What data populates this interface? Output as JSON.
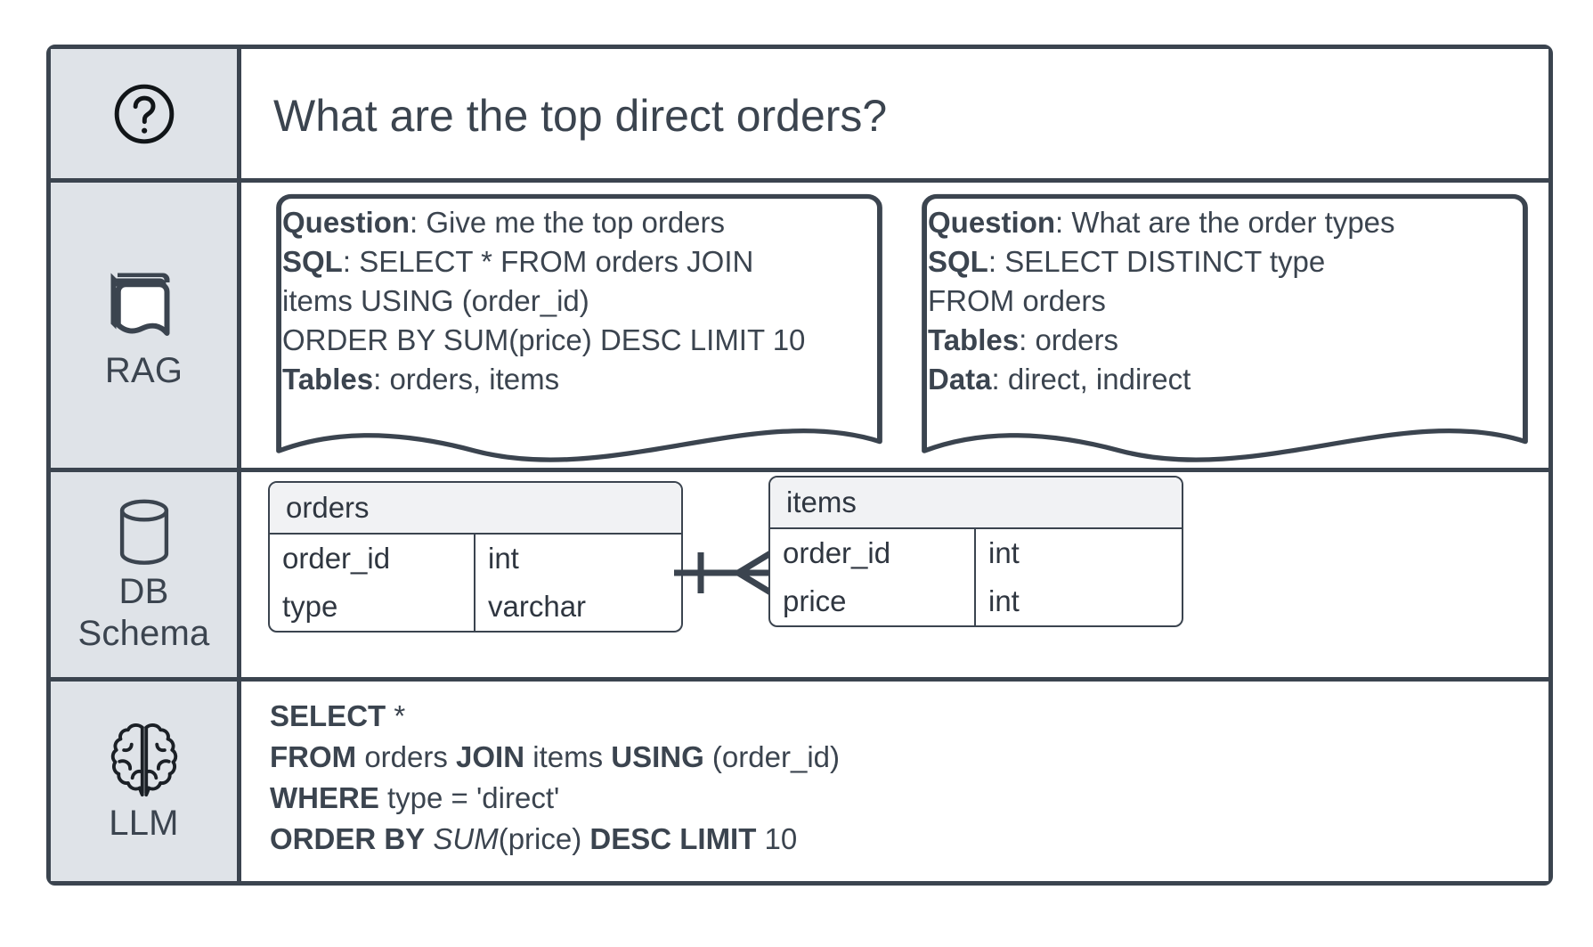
{
  "rows": [
    {
      "id": "question",
      "icon": "question-mark-circle-icon",
      "label": "",
      "headline": "What are the top direct orders?"
    },
    {
      "id": "rag",
      "icon": "books-stack-icon",
      "label": "RAG"
    },
    {
      "id": "db-schema",
      "icon": "database-cylinder-icon",
      "label_line1": "DB",
      "label_line2": "Schema"
    },
    {
      "id": "llm",
      "icon": "brain-icon",
      "label": "LLM"
    }
  ],
  "rag": {
    "bubbles": [
      {
        "lines": [
          {
            "key": "Question",
            "sep": ": ",
            "value": "Give me the top orders"
          },
          {
            "key": "SQL",
            "sep": ": ",
            "value": "SELECT * FROM orders JOIN"
          },
          {
            "key": "",
            "sep": "",
            "value": "items USING (order_id)"
          },
          {
            "key": "",
            "sep": "",
            "value": "ORDER BY SUM(price) DESC LIMIT 10"
          },
          {
            "key": "Tables",
            "sep": ": ",
            "value": "orders, items"
          }
        ]
      },
      {
        "lines": [
          {
            "key": "Question",
            "sep": ": ",
            "value": "What are the order types"
          },
          {
            "key": "SQL",
            "sep": ": ",
            "value": "SELECT DISTINCT type"
          },
          {
            "key": "",
            "sep": "",
            "value": "FROM orders"
          },
          {
            "key": "Tables",
            "sep": ": ",
            "value": "orders"
          },
          {
            "key": "Data",
            "sep": ": ",
            "value": "direct, indirect"
          }
        ]
      }
    ]
  },
  "schema": {
    "tables": [
      {
        "name": "orders",
        "columns": [
          {
            "name": "order_id",
            "type": "int"
          },
          {
            "name": "type",
            "type": "varchar"
          }
        ]
      },
      {
        "name": "items",
        "columns": [
          {
            "name": "order_id",
            "type": "int"
          },
          {
            "name": "price",
            "type": "int"
          }
        ]
      }
    ],
    "relationship": {
      "from": "orders",
      "to": "items",
      "left_cardinality": "one",
      "right_cardinality": "many"
    }
  },
  "llm": {
    "sql_lines": [
      [
        {
          "t": "SELECT",
          "s": "kw"
        },
        {
          "t": " *",
          "s": ""
        }
      ],
      [
        {
          "t": "FROM",
          "s": "kw"
        },
        {
          "t": " orders ",
          "s": ""
        },
        {
          "t": "JOIN",
          "s": "kw"
        },
        {
          "t": " items ",
          "s": ""
        },
        {
          "t": "USING",
          "s": "kw"
        },
        {
          "t": " (order_id)",
          "s": ""
        }
      ],
      [
        {
          "t": "WHERE",
          "s": "kw"
        },
        {
          "t": " type = 'direct'",
          "s": ""
        }
      ],
      [
        {
          "t": "ORDER BY",
          "s": "kw"
        },
        {
          "t": " ",
          "s": ""
        },
        {
          "t": "SUM",
          "s": "fn"
        },
        {
          "t": "(price) ",
          "s": ""
        },
        {
          "t": "DESC LIMIT",
          "s": "kw"
        },
        {
          "t": " 10",
          "s": ""
        }
      ]
    ]
  },
  "colors": {
    "ink": "#3b444f",
    "label_bg": "#dfe3e8",
    "table_header_bg": "#f1f2f4",
    "page_bg": "#ffffff"
  }
}
